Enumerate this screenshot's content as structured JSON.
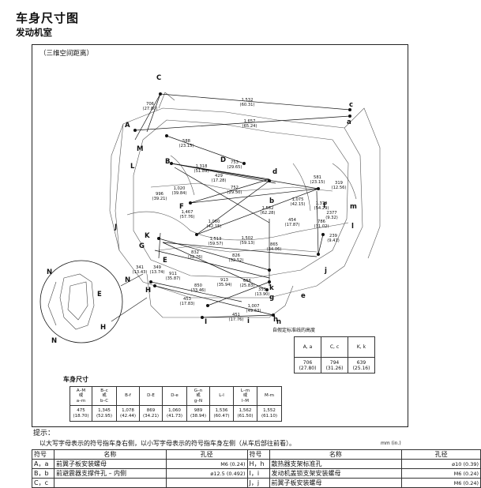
{
  "title": "车身尺寸图",
  "subtitle": "发动机室",
  "diagram": {
    "caption": "（三维空间距离）",
    "point_labels": [
      "C",
      "c",
      "A",
      "a",
      "M",
      "m",
      "L",
      "l",
      "B",
      "b",
      "D",
      "d",
      "F",
      "f",
      "J",
      "j",
      "K",
      "k",
      "G",
      "g",
      "E",
      "e",
      "H",
      "h",
      "I",
      "i",
      "N",
      "n"
    ],
    "inset_labels": [
      "N",
      "E",
      "H",
      "N"
    ],
    "dimensions": [
      {
        "mm": "706",
        "in": "(27.80)"
      },
      {
        "mm": "1,532",
        "in": "(60.31)"
      },
      {
        "mm": "1,657",
        "in": "(65.24)"
      },
      {
        "mm": "588",
        "in": "(23.15)"
      },
      {
        "mm": "1,318",
        "in": "(51.89)"
      },
      {
        "mm": "753",
        "in": "(29.65)"
      },
      {
        "mm": "429",
        "in": "(17.28)"
      },
      {
        "mm": "581",
        "in": "(23.15)"
      },
      {
        "mm": "319",
        "in": "(12.56)"
      },
      {
        "mm": "1,020",
        "in": "(39.84)"
      },
      {
        "mm": "752",
        "in": "(29.50)"
      },
      {
        "mm": "1,075",
        "in": "(42.15)"
      },
      {
        "mm": "1,379",
        "in": "(54.29)"
      },
      {
        "mm": "996",
        "in": "(39.21)"
      },
      {
        "mm": "1,582",
        "in": "(62.28)"
      },
      {
        "mm": "2377",
        "in": "(9.32)"
      },
      {
        "mm": "1,467",
        "in": "(57.76)"
      },
      {
        "mm": "1,060",
        "in": "(42.15)"
      },
      {
        "mm": "454",
        "in": "(17.87)"
      },
      {
        "mm": "786",
        "in": "(31.02)"
      },
      {
        "mm": "239",
        "in": "(9.41)"
      },
      {
        "mm": "1,513",
        "in": "(59.57)"
      },
      {
        "mm": "1,502",
        "in": "(59.13)"
      },
      {
        "mm": "865",
        "in": "(34.06)"
      },
      {
        "mm": "832",
        "in": "(32.76)"
      },
      {
        "mm": "826",
        "in": "(32.52)"
      },
      {
        "mm": "341",
        "in": "(13.43)"
      },
      {
        "mm": "349",
        "in": "(13.74)"
      },
      {
        "mm": "911",
        "in": "(35.87)"
      },
      {
        "mm": "913",
        "in": "(35.94)"
      },
      {
        "mm": "850",
        "in": "(33.46)"
      },
      {
        "mm": "656",
        "in": "(25.83)"
      },
      {
        "mm": "353",
        "in": "(13.90)"
      },
      {
        "mm": "453",
        "in": "(17.83)"
      },
      {
        "mm": "1,007",
        "in": "(49.63)"
      },
      {
        "mm": "451",
        "in": "(17.76)"
      }
    ]
  },
  "hole_table": {
    "caption": "自假定标准线的高度",
    "headers": [
      "A, a",
      "C, c",
      "K, k"
    ],
    "values_mm": [
      "706",
      "794",
      "639"
    ],
    "values_in": [
      "(27.80)",
      "(31.26)",
      "(25.16)"
    ]
  },
  "body_dims": {
    "title": "车身尺寸",
    "columns": [
      {
        "label": [
          "A–M",
          "或",
          "a–m"
        ],
        "mm": "475",
        "in": "(18.70)"
      },
      {
        "label": [
          "B–c",
          "或",
          "b–C"
        ],
        "mm": "1,345",
        "in": "(52.95)"
      },
      {
        "label": [
          "B-f"
        ],
        "mm": "1,078",
        "in": "(42.44)"
      },
      {
        "label": [
          "D-E"
        ],
        "mm": "869",
        "in": "(34.21)"
      },
      {
        "label": [
          "D-e"
        ],
        "mm": "1,060",
        "in": "(41.73)"
      },
      {
        "label": [
          "G–n",
          "或",
          "g–N"
        ],
        "mm": "989",
        "in": "(38.94)"
      },
      {
        "label": [
          "L-l"
        ],
        "mm": "1,536",
        "in": "(60.47)"
      },
      {
        "label": [
          "L–m",
          "或",
          "l–M"
        ],
        "mm": "1,562",
        "in": "(61.50)"
      },
      {
        "label": [
          "M-m"
        ],
        "mm": "1,552",
        "in": "(61.10)"
      }
    ]
  },
  "note": {
    "title": "提示：",
    "text": "以大写字母表示的符号指车身右侧，以小写字母表示的符号指车身左侧（从车后部往前看）。",
    "unit": "mm (in.)"
  },
  "legend": {
    "headers": [
      "符号",
      "名称",
      "孔径",
      "符号",
      "名称",
      "孔径"
    ],
    "rows": [
      [
        "A，a",
        "前翼子板安装螺母",
        "M6 (0.24)",
        "H，h",
        "散热器支架标准孔",
        "ø10 (0.39)"
      ],
      [
        "B，b",
        "前避震器支撑件孔 – 内侧",
        "ø12.5 (0.492)",
        "I，i",
        "发动机盖锁支架安装螺母",
        "M6 (0.24)"
      ],
      [
        "C，c",
        "",
        "",
        "J，j",
        "前翼子板安装螺母",
        "M6 (0.24)"
      ]
    ]
  }
}
